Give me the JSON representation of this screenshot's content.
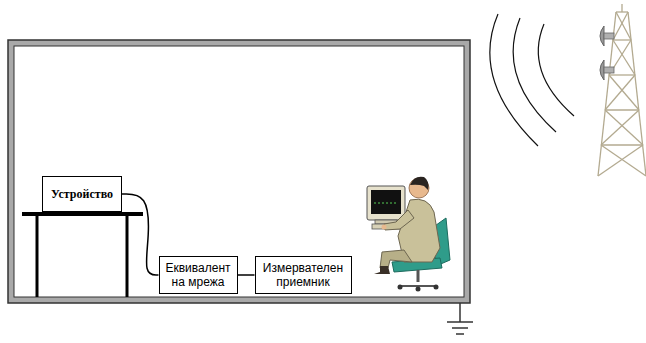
{
  "diagram": {
    "nodes": [
      {
        "text": [
          "Устройство"
        ]
      },
      {
        "text": [
          "Еквивалент на мрежа"
        ]
      },
      {
        "text": [
          "Измервателен приемник"
        ]
      }
    ],
    "edges": [
      {
        "from": 0,
        "to": 1,
        "arrow": "none"
      },
      {
        "from": 1,
        "to": 2,
        "arrow": "none"
      }
    ]
  }
}
